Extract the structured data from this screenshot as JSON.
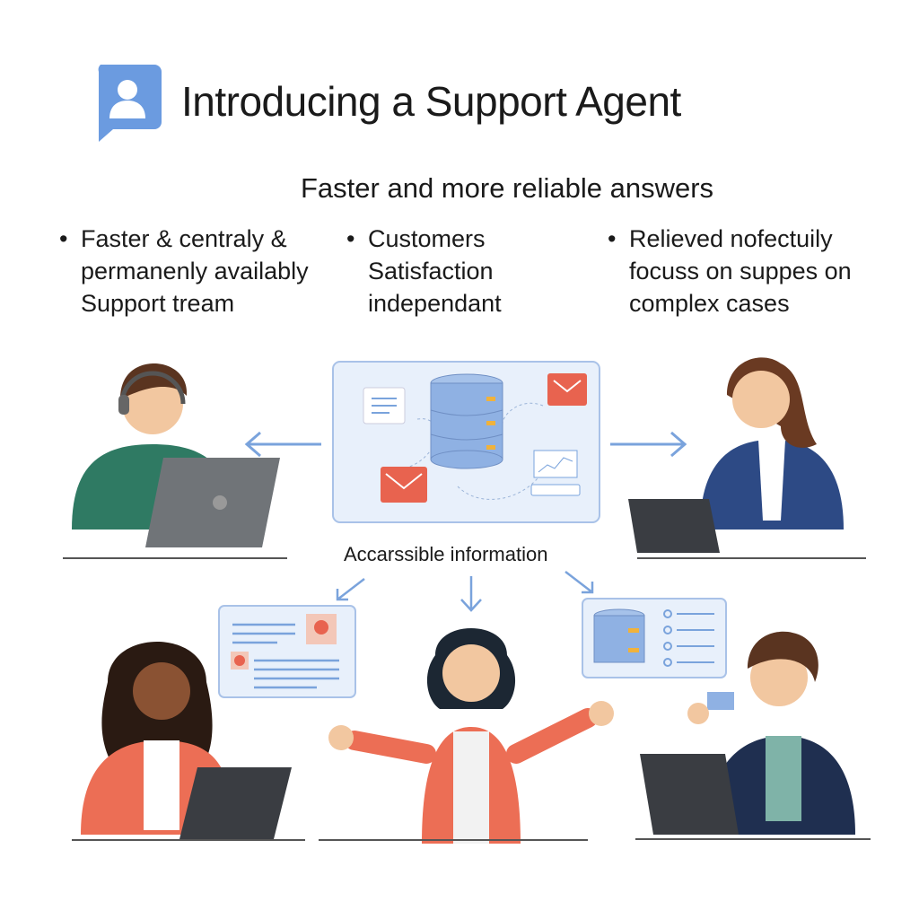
{
  "header": {
    "title": "Introducing a Support Agent",
    "icon": "user-chat-icon",
    "icon_color": "#6b9be0"
  },
  "subtitle": "Faster and more reliable answers",
  "bullets": [
    {
      "text": [
        "Faster & centraly &",
        "permanenly availably",
        "Support tream"
      ]
    },
    {
      "text": [
        "Customers",
        "Satisfaction",
        "independant"
      ]
    },
    {
      "text": [
        "Relieved nofectuily",
        "focuss on suppes on",
        "complex cases"
      ]
    }
  ],
  "center_label": "Accarssible information",
  "colors": {
    "accent": "#7aa3dc",
    "panel": "#e8f0fb",
    "mail": "#e8634f",
    "db": "#8fb1e3",
    "highlight": "#f0b23c"
  }
}
